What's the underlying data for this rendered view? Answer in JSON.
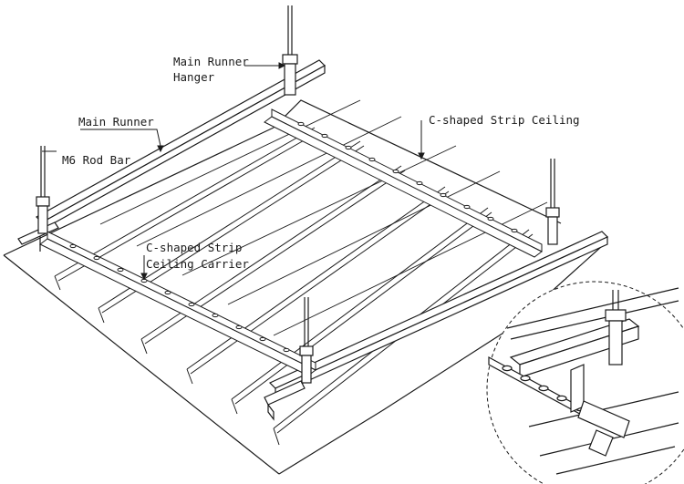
{
  "diagram": {
    "labels": {
      "main_runner_hanger_line1": "Main Runner",
      "main_runner_hanger_line2": "Hanger",
      "main_runner": "Main Runner",
      "m6_rod_bar": "M6 Rod Bar",
      "c_shaped_strip_ceiling": "C-shaped Strip Ceiling",
      "carrier_line1": "C-shaped Strip",
      "carrier_line2": "Ceiling Carrier"
    },
    "stroke_color": "#1a1a1a",
    "background": "#ffffff"
  }
}
